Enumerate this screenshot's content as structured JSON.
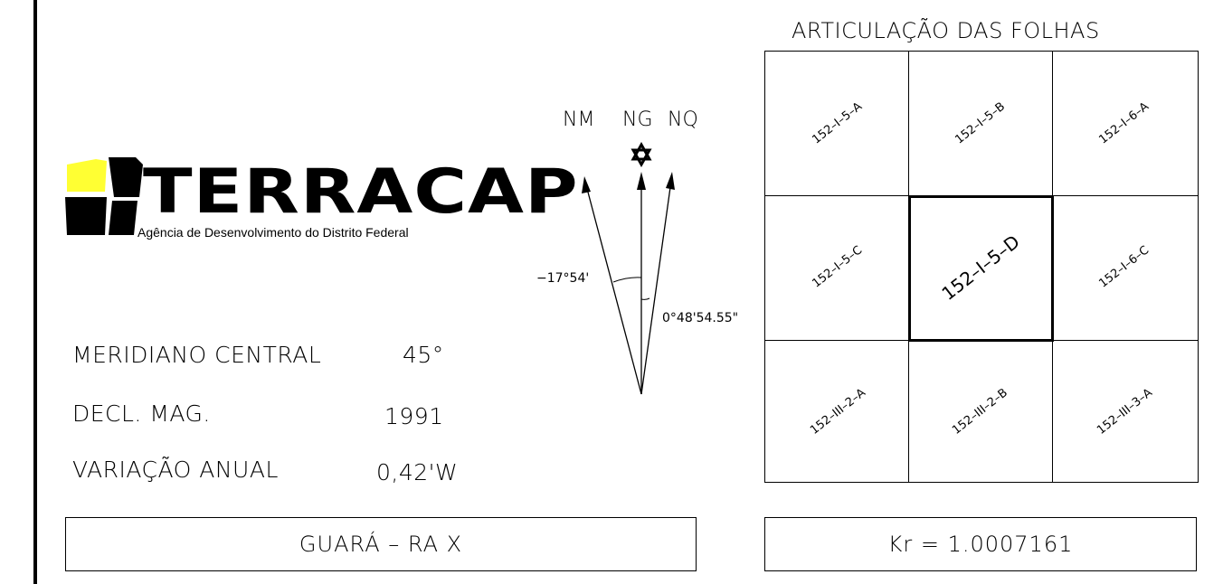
{
  "logo": {
    "name": "TERRACAP",
    "subtitle": "Agência de Desenvolvimento do Distrito Federal",
    "colors": {
      "yellow": "#ffff33",
      "black": "#000000"
    }
  },
  "info": [
    {
      "label": "MERIDIANO  CENTRAL",
      "value": "45°"
    },
    {
      "label": "DECL.  MAG.",
      "value": "1991"
    },
    {
      "label": "VARIAÇÃO  ANUAL",
      "value": "0,42'W"
    }
  ],
  "north": {
    "nm": "NM",
    "ng": "NG",
    "nq": "NQ",
    "angle_left": "−17°54'",
    "angle_right": "0°48'54.55\"",
    "star_icon": "star-of-david-icon"
  },
  "grid": {
    "title": "ARTICULAÇÃO    DAS    FOLHAS",
    "cells": [
      "152–I–5–A",
      "152–I–5–B",
      "152–I–6–A",
      "152–I–5–C",
      "152–I–5–D",
      "152–I–6–C",
      "152–III–2–A",
      "152–III–2–B",
      "152–III–3–A"
    ]
  },
  "footer": {
    "location": "GUARÁ  –  RA  X",
    "kr": "Kr  =  1.0007161"
  }
}
